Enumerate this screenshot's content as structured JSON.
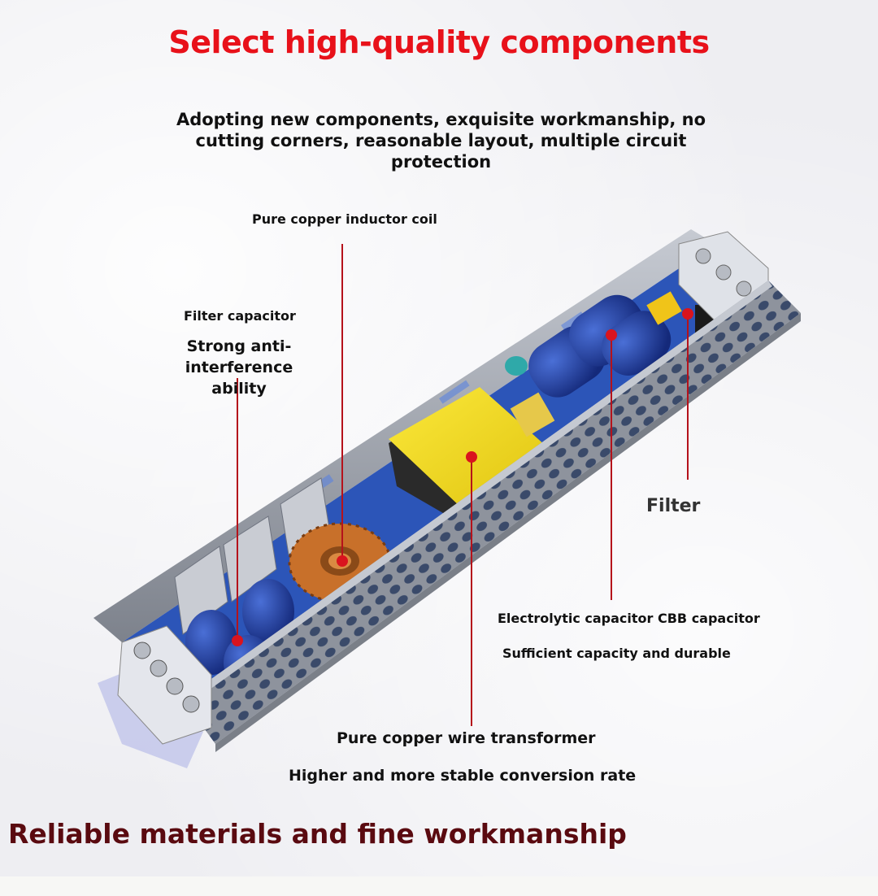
{
  "header": {
    "title": "Select high-quality components",
    "subtitle": "Adopting new components, exquisite workmanship, no cutting corners, reasonable layout, multiple circuit protection"
  },
  "callouts": {
    "inductor_coil": "Pure copper inductor coil",
    "filter_capacitor": "Filter capacitor",
    "filter_capacitor_desc": "Strong anti-interference ability",
    "filter": "Filter",
    "electrolytic": "Electrolytic capacitor CBB capacitor",
    "electrolytic_desc": "Sufficient capacity and durable",
    "transformer": "Pure copper wire transformer",
    "transformer_desc": "Higher and more stable conversion rate"
  },
  "footer": {
    "title": "Reliable materials and fine workmanship"
  },
  "colors": {
    "title_red": "#e8111a",
    "footer_maroon": "#5a0a10",
    "callout_line": "#b5121b",
    "dot": "#d9141e",
    "board_blue": "#2c55b8",
    "transformer_yellow": "#f2dd1a",
    "capacitor_blue": "#1f3e9e",
    "copper": "#c8702a",
    "housing_grey": "#9aa0aa"
  },
  "icons": [
    "terminal-block-icon",
    "capacitor-icon",
    "inductor-coil-icon",
    "transformer-icon"
  ]
}
